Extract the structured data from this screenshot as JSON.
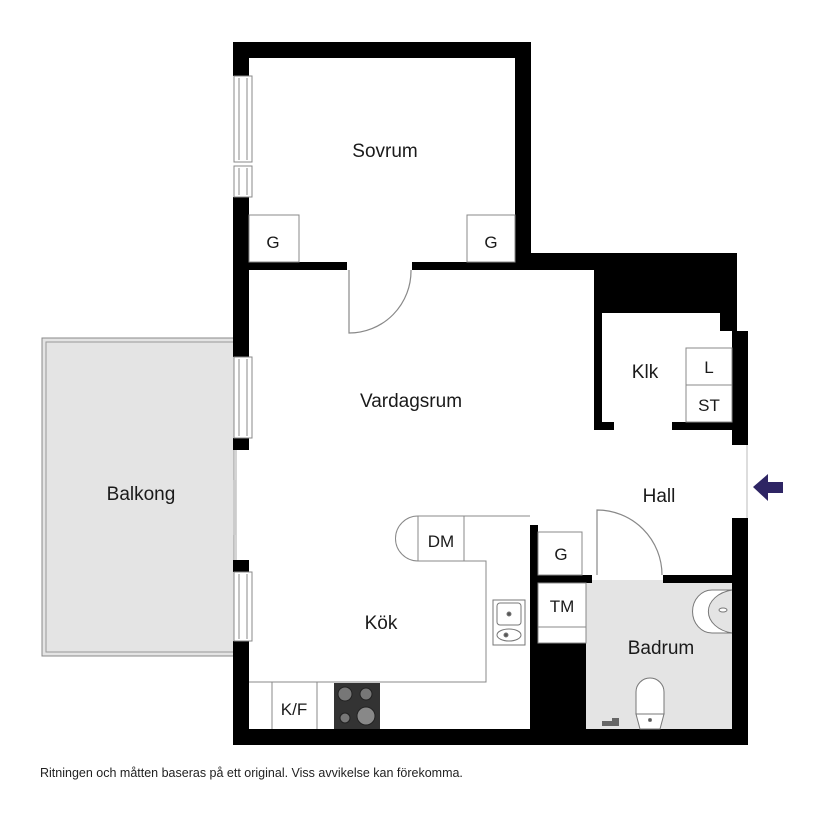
{
  "floorplan": {
    "rooms": [
      {
        "id": "sovrum",
        "label": "Sovrum"
      },
      {
        "id": "vardagsrum",
        "label": "Vardagsrum"
      },
      {
        "id": "klk",
        "label": "Klk"
      },
      {
        "id": "hall",
        "label": "Hall"
      },
      {
        "id": "balkong",
        "label": "Balkong"
      },
      {
        "id": "kok",
        "label": "Kök"
      },
      {
        "id": "badrum",
        "label": "Badrum"
      }
    ],
    "fixtures": {
      "wardrobe_left": "G",
      "wardrobe_right": "G",
      "wardrobe_hall": "G",
      "linen": "L",
      "storage": "ST",
      "dishwasher": "DM",
      "fridge_freezer": "K/F",
      "washing_machine": "TM"
    },
    "entrance_icon": "entrance-arrow-icon",
    "colors": {
      "wall": "#000000",
      "wet_area": "#e4e4e4",
      "balcony": "#e4e4e4",
      "entrance_arrow": "#2e2564",
      "fixture_line": "#808080"
    }
  },
  "footer": {
    "disclaimer": "Ritningen och måtten baseras på ett original. Viss avvikelse kan förekomma."
  }
}
